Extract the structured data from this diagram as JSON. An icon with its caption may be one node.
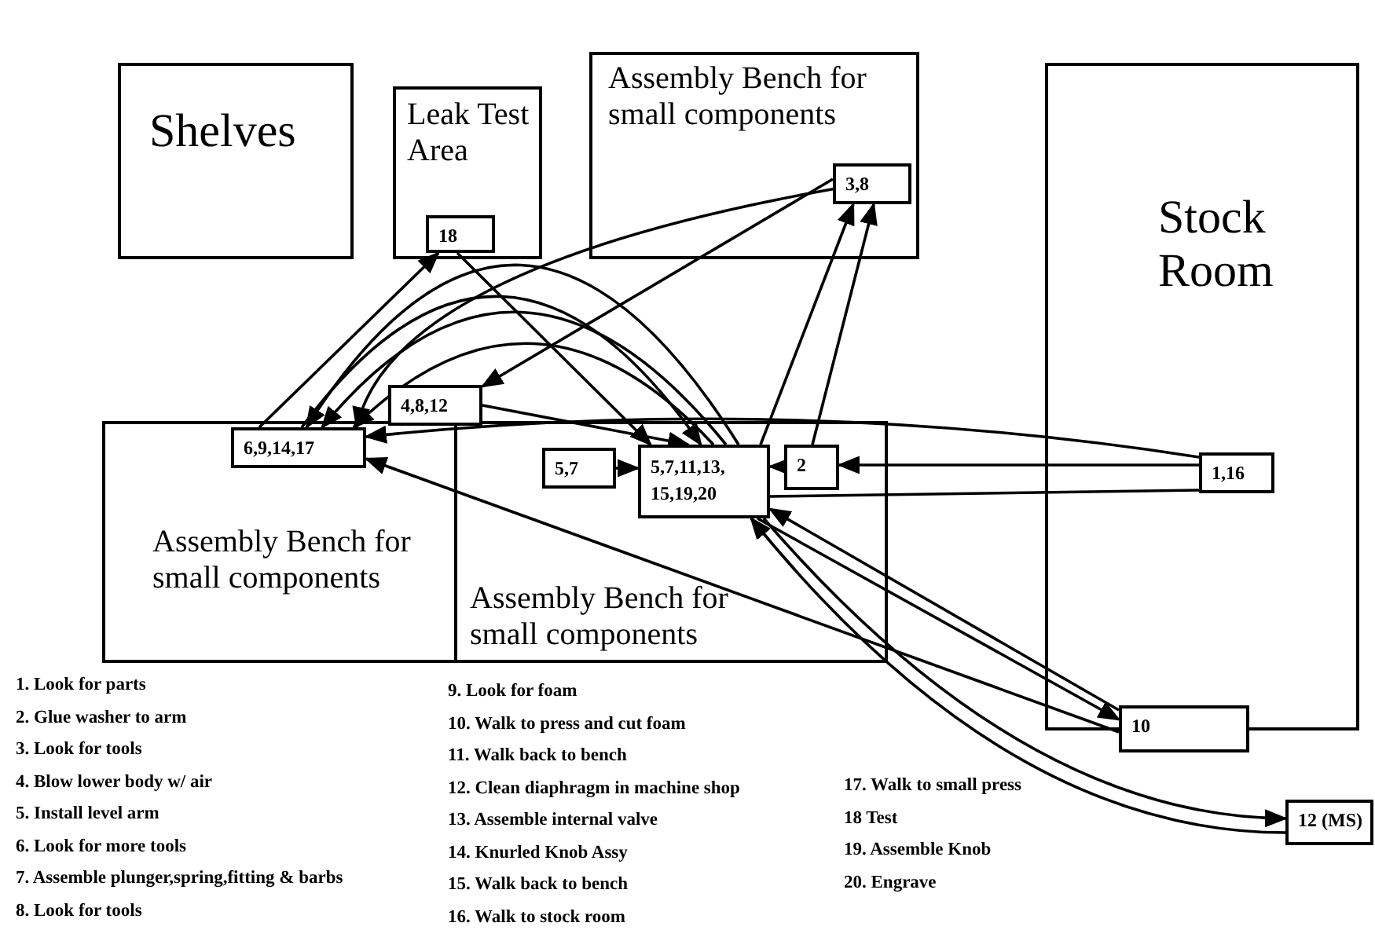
{
  "diagram": {
    "nodes": [
      {
        "text": [
          "Shelves"
        ]
      },
      {
        "text": [
          "Leak Test Area"
        ]
      },
      {
        "text": [
          "Assembly Bench for small components"
        ]
      },
      {
        "text": [
          "Stock Room"
        ]
      },
      {
        "text": [
          "Assembly Bench for small components"
        ]
      },
      {
        "text": [
          "Assembly Bench for small components"
        ]
      },
      {
        "text": [
          "18"
        ],
        "in": 1
      },
      {
        "text": [
          "3,8"
        ],
        "in": 2
      },
      {
        "text": [
          "1,16"
        ],
        "in": 3
      },
      {
        "text": [
          "6,9,14,17"
        ],
        "in": 4
      },
      {
        "text": [
          "4,8,12"
        ]
      },
      {
        "text": [
          "5,7"
        ],
        "in": 5
      },
      {
        "text": [
          "5,7,11,13, 15,19,20"
        ],
        "in": 5
      },
      {
        "text": [
          "2"
        ],
        "in": 5
      },
      {
        "text": [
          "10"
        ]
      },
      {
        "text": [
          "12 (MS)"
        ]
      }
    ],
    "edges": [
      {
        "from": 12,
        "to": 7,
        "arrow": "to"
      },
      {
        "from": 13,
        "to": 7,
        "arrow": "to"
      },
      {
        "from": 7,
        "to": 10,
        "arrow": "to"
      },
      {
        "from": 7,
        "to": 9,
        "arrow": "to"
      },
      {
        "from": 9,
        "to": 6,
        "arrow": "to"
      },
      {
        "from": 6,
        "to": 12,
        "arrow": "to"
      },
      {
        "from": 12,
        "to": 9,
        "arrow": "to"
      },
      {
        "from": 12,
        "to": 9,
        "arrow": "to"
      },
      {
        "from": 12,
        "to": 9,
        "arrow": "to"
      },
      {
        "from": 9,
        "to": 12,
        "arrow": "to"
      },
      {
        "from": 10,
        "to": 12,
        "arrow": "to"
      },
      {
        "from": 11,
        "to": 12,
        "arrow": "to"
      },
      {
        "from": 13,
        "to": 12,
        "arrow": "to"
      },
      {
        "from": 8,
        "to": 13,
        "arrow": "to"
      },
      {
        "from": 8,
        "to": 9,
        "arrow": "to"
      },
      {
        "from": 12,
        "to": 8,
        "arrow": "none"
      },
      {
        "from": 12,
        "to": 14,
        "arrow": "to"
      },
      {
        "from": 14,
        "to": 12,
        "arrow": "to"
      },
      {
        "from": 12,
        "to": 15,
        "arrow": "to"
      },
      {
        "from": 15,
        "to": 12,
        "arrow": "to"
      },
      {
        "from": 14,
        "to": 9,
        "arrow": "to"
      }
    ],
    "labels": [
      "1.  Look for parts",
      "2. Glue washer to arm",
      "3. Look for tools",
      "4. Blow lower body w/ air",
      "5. Install level arm",
      "6. Look for more tools",
      "7. Assemble plunger,spring,fitting & barbs",
      "8. Look for tools",
      "9.  Look for foam",
      "10. Walk to press and cut foam",
      "11.  Walk back to bench",
      "12. Clean diaphragm in machine shop",
      "13. Assemble internal valve",
      "14. Knurled Knob Assy",
      "15. Walk back to bench",
      "16. Walk to stock room",
      "17. Walk to small press",
      "18 Test",
      "19. Assemble Knob",
      "20. Engrave"
    ]
  }
}
